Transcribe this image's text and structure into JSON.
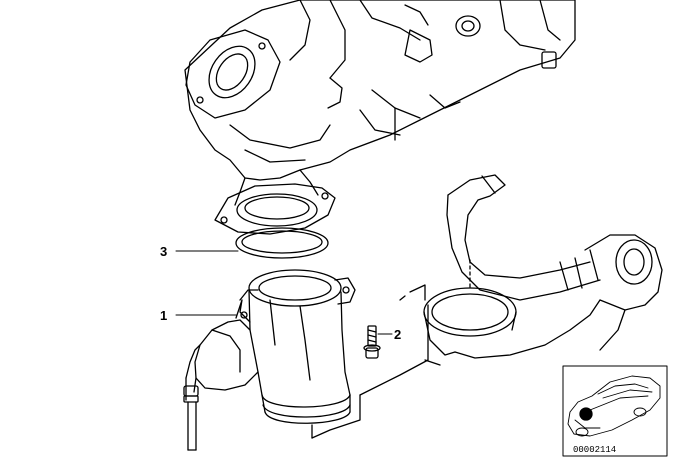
{
  "callouts": [
    {
      "number": "1",
      "part": "air-mass-meter"
    },
    {
      "number": "2",
      "part": "bolt"
    },
    {
      "number": "3",
      "part": "sealing-ring"
    }
  ],
  "inset": {
    "reference_number": "00002114",
    "vehicle": "car-silhouette"
  },
  "colors": {
    "line": "#000000",
    "background": "#ffffff"
  }
}
